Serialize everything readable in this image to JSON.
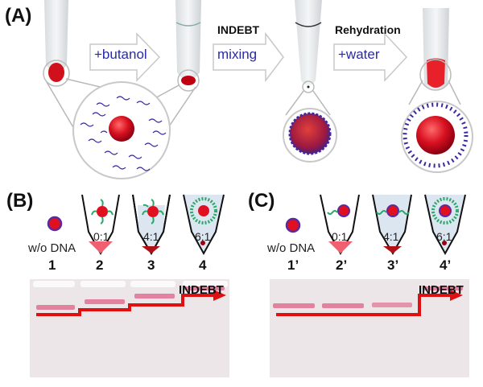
{
  "figure": {
    "panel_a": {
      "label": "(A)",
      "steps": [
        {
          "title": "",
          "arrow_text": "+butanol"
        },
        {
          "title": "INDEBT",
          "arrow_text": "mixing"
        },
        {
          "title": "Rehydration",
          "arrow_text": "+water"
        }
      ]
    },
    "panel_b": {
      "label": "(B)",
      "lanes": [
        {
          "number": "1",
          "caption": "w/o DNA",
          "ratio": ""
        },
        {
          "number": "2",
          "caption": "",
          "ratio": "0:1"
        },
        {
          "number": "3",
          "caption": "",
          "ratio": "4:1"
        },
        {
          "number": "4",
          "caption": "",
          "ratio": "6:1"
        }
      ],
      "gel_label": "INDEBT"
    },
    "panel_c": {
      "label": "(C)",
      "lanes": [
        {
          "number": "1’",
          "caption": "w/o DNA",
          "ratio": ""
        },
        {
          "number": "2’",
          "caption": "",
          "ratio": "0:1"
        },
        {
          "number": "3’",
          "caption": "",
          "ratio": "4:1"
        },
        {
          "number": "4’",
          "caption": "",
          "ratio": "6:1"
        }
      ],
      "gel_label": "INDEBT"
    },
    "colors": {
      "nanoparticle_red": "#e01020",
      "dna_blue": "#3a2aa0",
      "dna_green": "#2aa86a",
      "arrow_red": "#e01010",
      "band_pink": "#e07090",
      "gel_bg": "#ece6e8"
    }
  }
}
